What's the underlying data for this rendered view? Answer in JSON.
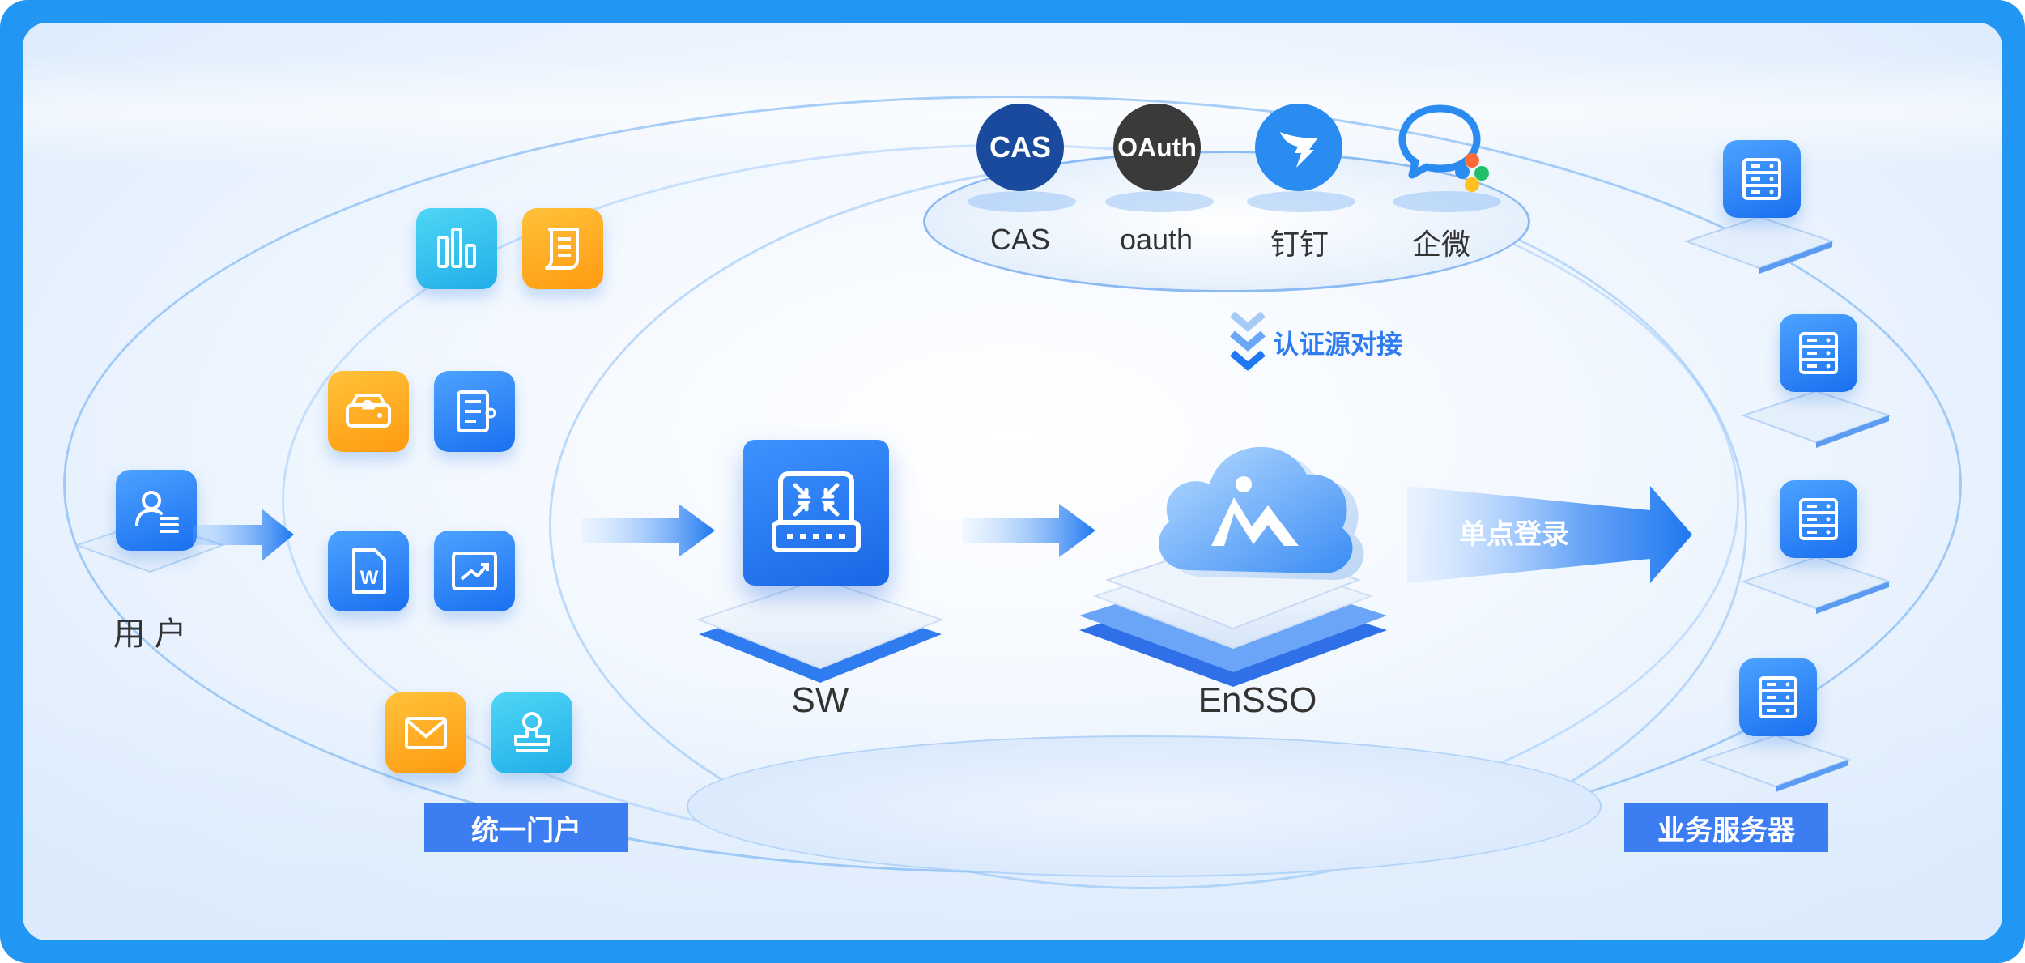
{
  "labels": {
    "user": "用 户",
    "portal": "统一门户",
    "sw": "SW",
    "ensso": "EnSSO",
    "auth_dock": "认证源对接",
    "sso": "单点登录",
    "servers": "业务服务器"
  },
  "auth_sources": [
    {
      "badge": "CAS",
      "label": "CAS"
    },
    {
      "badge": "OAuth",
      "label": "oauth"
    },
    {
      "badge": "",
      "label": "钉钉"
    },
    {
      "badge": "",
      "label": "企微"
    }
  ],
  "colors": {
    "frame": "#2196f3",
    "pill": "#3d7df2",
    "cas_badge": "#1a4a9e",
    "oauth_badge": "#3a3a3a",
    "dingtalk_badge": "#2a8bf0",
    "orange_tile": "#ff9a10",
    "cyan_tile": "#20aee8",
    "blue_tile": "#1a6ff0"
  },
  "icons": {
    "user": "user-list-icon",
    "portal_apps": [
      "bar-chart-icon",
      "document-icon",
      "cloud-drive-icon",
      "checklist-icon",
      "word-doc-icon",
      "trend-chart-icon",
      "mail-icon",
      "stamp-icon"
    ],
    "sw": "gateway-device-icon",
    "ensso": "cloud-logo-icon",
    "server": "server-rack-icon"
  }
}
